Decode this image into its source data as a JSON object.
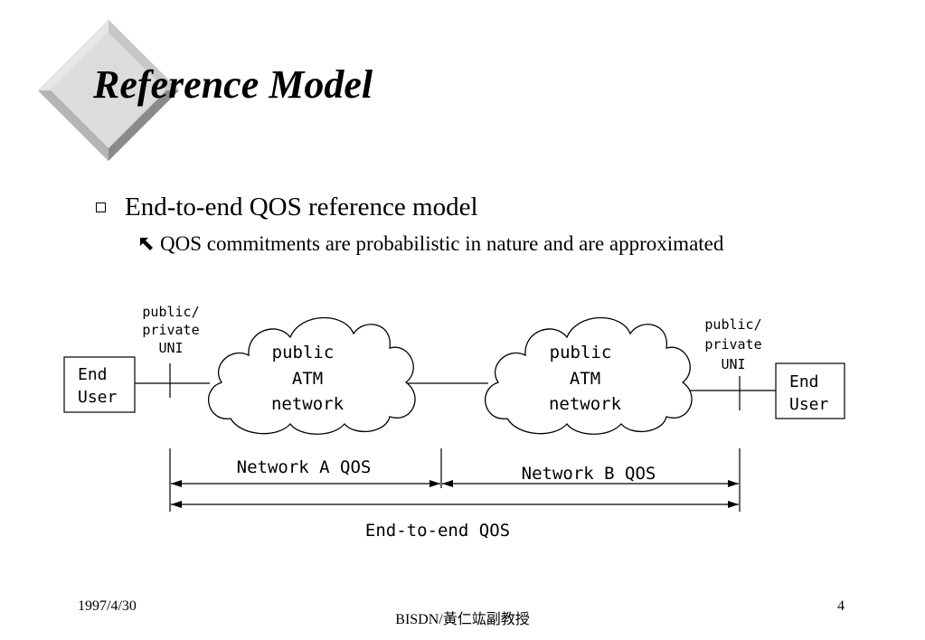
{
  "slide": {
    "title": "Reference Model",
    "bullets": [
      {
        "text": "End-to-end QOS reference model"
      },
      {
        "text": "QOS commitments are probabilistic in nature and are approximated"
      }
    ]
  },
  "diagram": {
    "end_user_left": [
      "End",
      "User"
    ],
    "end_user_right": [
      "End",
      "User"
    ],
    "uni_left": [
      "public/",
      "private",
      "UNI"
    ],
    "uni_right": [
      "public/",
      "private",
      "UNI"
    ],
    "cloud_a": [
      "public",
      "ATM",
      "network"
    ],
    "cloud_b": [
      "public",
      "ATM",
      "network"
    ],
    "network_a_qos": "Network A QOS",
    "network_b_qos": "Network B QOS",
    "end_to_end_qos": "End-to-end QOS"
  },
  "footer": {
    "date": "1997/4/30",
    "center": "BISDN/黃仁竑副教授",
    "page": "4"
  },
  "colors": {
    "diamond_light": "#dcdcdc",
    "diamond_mid": "#b4b4b4",
    "diamond_dark": "#8a8a8a"
  },
  "icons": {
    "bullet_1": "hollow-square-icon",
    "bullet_2": "arrow-up-left-icon"
  }
}
